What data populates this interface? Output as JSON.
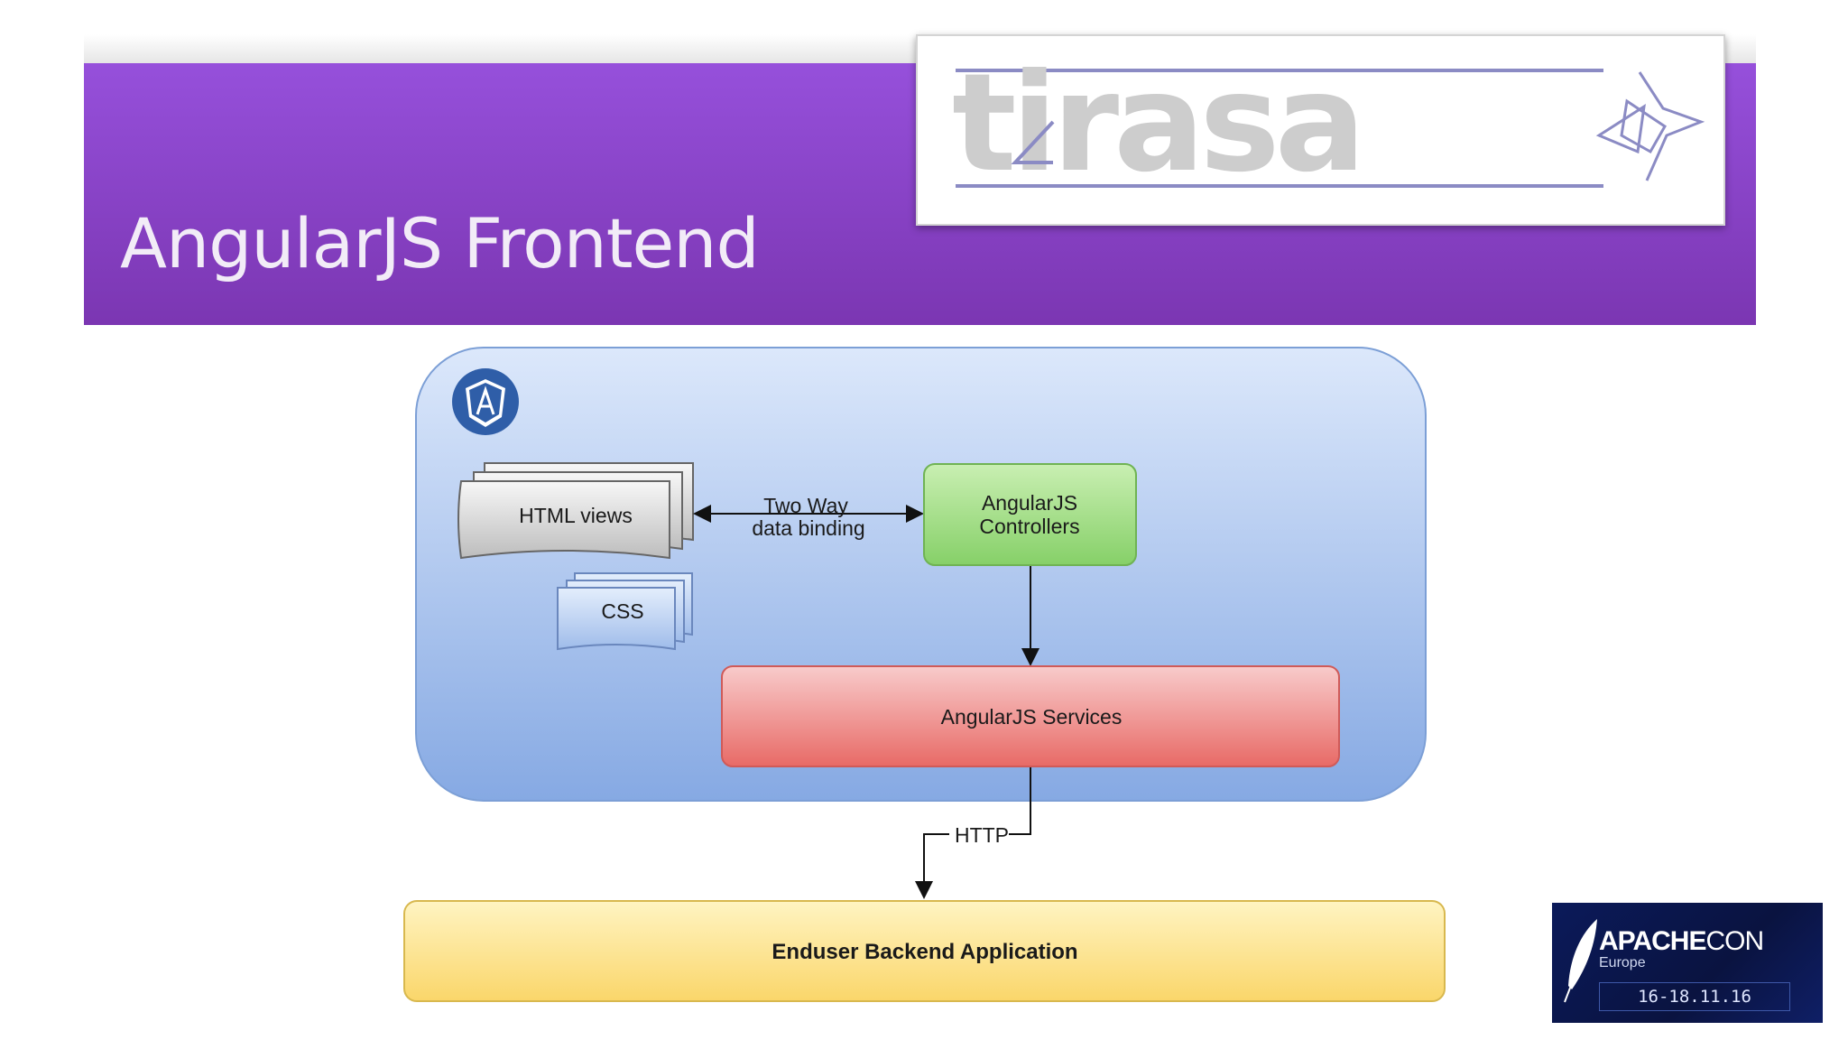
{
  "slide": {
    "title": "AngularJS Frontend",
    "header_color": "#8a44c8"
  },
  "logo": {
    "name": "tirasa-logo",
    "wordmark": "tirasa"
  },
  "diagram": {
    "framework_icon": "angularjs-shield-icon",
    "html_views_label": "HTML views",
    "css_label": "CSS",
    "binding_label_line1": "Two Way",
    "binding_label_line2": "data binding",
    "controllers_label_line1": "AngularJS",
    "controllers_label_line2": "Controllers",
    "services_label": "AngularJS Services",
    "http_label": "HTTP",
    "backend_label": "Enduser Backend Application"
  },
  "badge": {
    "name": "apachecon-badge",
    "brand_bold": "APACHE",
    "brand_light": "CON",
    "region": "Europe",
    "dates": "16-18.11.16",
    "icon": "feather-icon"
  }
}
